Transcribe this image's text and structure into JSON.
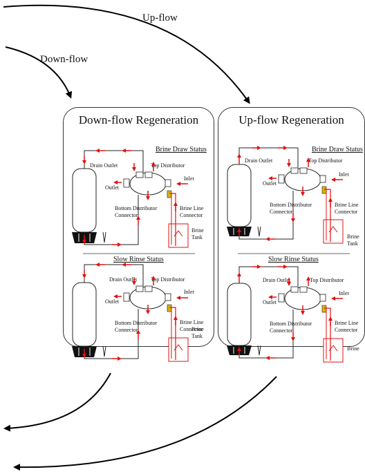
{
  "flow_labels": {
    "up_flow": "Up-flow",
    "down_flow": "Down-flow"
  },
  "panels": {
    "down": {
      "title": "Down-flow Regeneration"
    },
    "up": {
      "title": "Up-flow Regeneration"
    }
  },
  "status": {
    "brine_draw": "Brine Draw Status",
    "slow_rinse": "Slow Rinse Status"
  },
  "labels": {
    "drain_outlet": "Drain Outlet",
    "top_distributor": "Top Distributor",
    "inlet": "Inlet",
    "outlet": "Outlet",
    "bottom_distributor": "Bottom Distributor",
    "connector": "Connector",
    "brine_line": "Brine Line",
    "brine": "Brine",
    "tank": "Tank"
  },
  "colors": {
    "flow_arrow": "#e01010",
    "outline": "#222222"
  }
}
